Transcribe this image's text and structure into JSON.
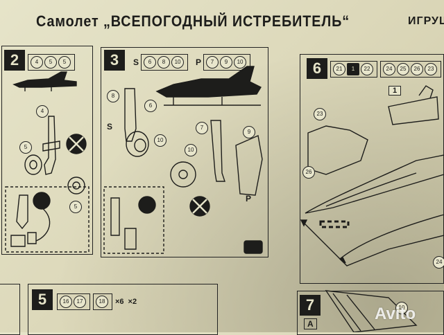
{
  "header": {
    "title": "Самолет „ВСЕПОГОДНЫЙ ИСТРЕБИТЕЛЬ“",
    "right_text": "ИГРУШ"
  },
  "steps": [
    {
      "number": "2",
      "parts": [
        "4",
        "5",
        "5"
      ]
    },
    {
      "number": "3",
      "label_s": "S",
      "parts_s": [
        "6",
        "8",
        "10"
      ],
      "label_p": "P",
      "parts_p": [
        "7",
        "9",
        "10"
      ]
    },
    {
      "number": "6",
      "parts_a": [
        "21",
        "1",
        "22"
      ],
      "parts_b": [
        "24",
        "25",
        "26",
        "23"
      ]
    },
    {
      "number": "5",
      "parts": [
        "16",
        "17",
        "18"
      ],
      "mult_a": "×6",
      "mult_b": "×2"
    },
    {
      "number": "7",
      "side_label": "A"
    }
  ],
  "callouts": {
    "step2": [
      "4",
      "5",
      "5"
    ],
    "step3": [
      "8",
      "6",
      "10",
      "7",
      "9",
      "10"
    ],
    "step3_labels": [
      "S",
      "P"
    ],
    "step6": [
      "1",
      "23",
      "26",
      "24"
    ],
    "step7": [
      "10"
    ]
  },
  "watermark": "Avito"
}
